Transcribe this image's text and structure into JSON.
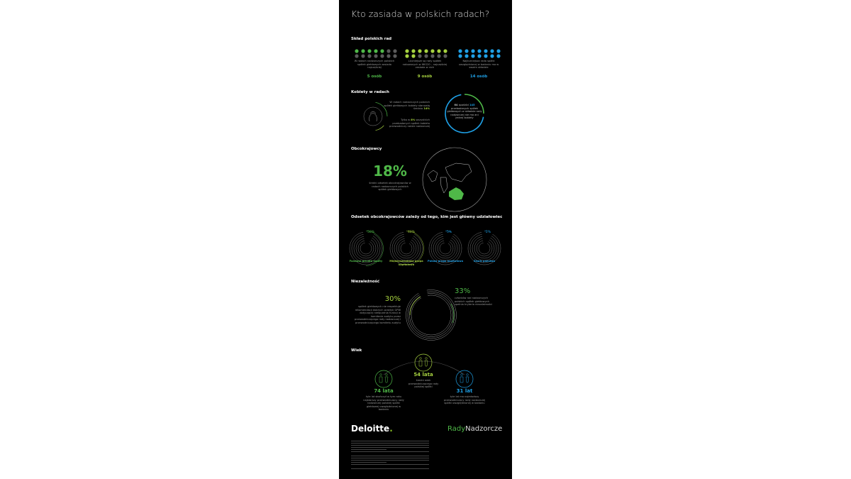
{
  "title": "Kto zasiada w polskich radach?",
  "colors": {
    "green": "#4fb848",
    "lime": "#a6d13f",
    "blue": "#1fa0e6",
    "grey": "#5a5a5a"
  },
  "sklad": {
    "heading": "Skład polskich rad",
    "columns": [
      {
        "filled": 5,
        "total": 14,
        "color": "#4fb848",
        "caption": "W radach nadzorczych polskich spółek giełdowych zasiada najczęściej",
        "value": "5 osób"
      },
      {
        "filled": 9,
        "total": 14,
        "color": "#a6d13f",
        "caption": "Liczniejsze są rady spółek notowanych w WIG20 – najczęściej zasiada w nich",
        "value": "9 osób"
      },
      {
        "filled": 14,
        "total": 14,
        "color": "#1fa0e6",
        "caption": "Najliczniejsza rada spółki uwzględnionej w badaniu ma w swoim składzie",
        "value": "14 osób"
      }
    ]
  },
  "kobiety": {
    "heading": "Kobiety w radach",
    "text1_pre": "W radach nadzorczych polskich spółek giełdowych kobiety stanowią średnio",
    "text1_val": "14%",
    "text2_pre": "Tylko w",
    "text2_val": "8%",
    "text2_post": "wszystkich przebadanych spółek kobieta przewodniczy radzie nadzorczej",
    "ring_val1": "64",
    "ring_text1": "spośród",
    "ring_val2": "145",
    "ring_text2": "przebadanych spółek giełdowych w składzie rady nadzorczej nie ma ani jednej kobiety"
  },
  "obco": {
    "heading": "Obcokrajowcy",
    "value": "18%",
    "caption": "średni odsetek obcokrajowców w radach nadzorczych polskich spółek giełdowych"
  },
  "odsetek": {
    "heading": "Odsetek obcokrajowców zależy od tego, kim jest główny udziałowiec",
    "items": [
      {
        "value": "50%",
        "pct": 50,
        "label": "Fundusz private equity",
        "color": "#4fb848"
      },
      {
        "value": "40%",
        "pct": 40,
        "label": "Międzynarodowa grupa kapitałowa",
        "color": "#a6d13f"
      },
      {
        "value": "5%",
        "pct": 5,
        "label": "Polska grupa kapitałowa",
        "color": "#1fa0e6"
      },
      {
        "value": "2%",
        "pct": 2,
        "label": "Skarb państwa",
        "color": "#1fa0e6"
      }
    ]
  },
  "niezal": {
    "heading": "Niezależność",
    "left_value": "30%",
    "left_caption": "spółek giełdowych nie respektuje rekomendacji dobrych praktyk GPW dotyczącej niełączenia funkcji w komitecie audytu przez przewodniczącego rady nadzorczej i przewodniczącego komitetu audytu",
    "right_value": "33%",
    "right_caption": "członków rad nadzorczych polskich spółek giełdowych spełnia kryteria niezależności"
  },
  "wiek": {
    "heading": "Wiek",
    "items": [
      {
        "value": "74 lata",
        "caption": "tyle lat skończył w tym roku najstarszy przewodniczący rady nadzorczej polskiej spółki giełdowej uwzględnionej w badaniu",
        "color": "#4fb848"
      },
      {
        "value": "54 lata",
        "caption": "średni wiek przewodniczącego rady polskiej spółki",
        "color": "#a6d13f"
      },
      {
        "value": "31 lat",
        "caption": "tyle lat ma najmłodszy przewodniczący rady nadzorczej spółki uwzględnionej w badaniu",
        "color": "#1fa0e6"
      }
    ]
  },
  "footer": {
    "logo": "Deloitte",
    "logo_dot": ".",
    "brand_a": "Rady",
    "brand_b": "Nadzorcze"
  }
}
